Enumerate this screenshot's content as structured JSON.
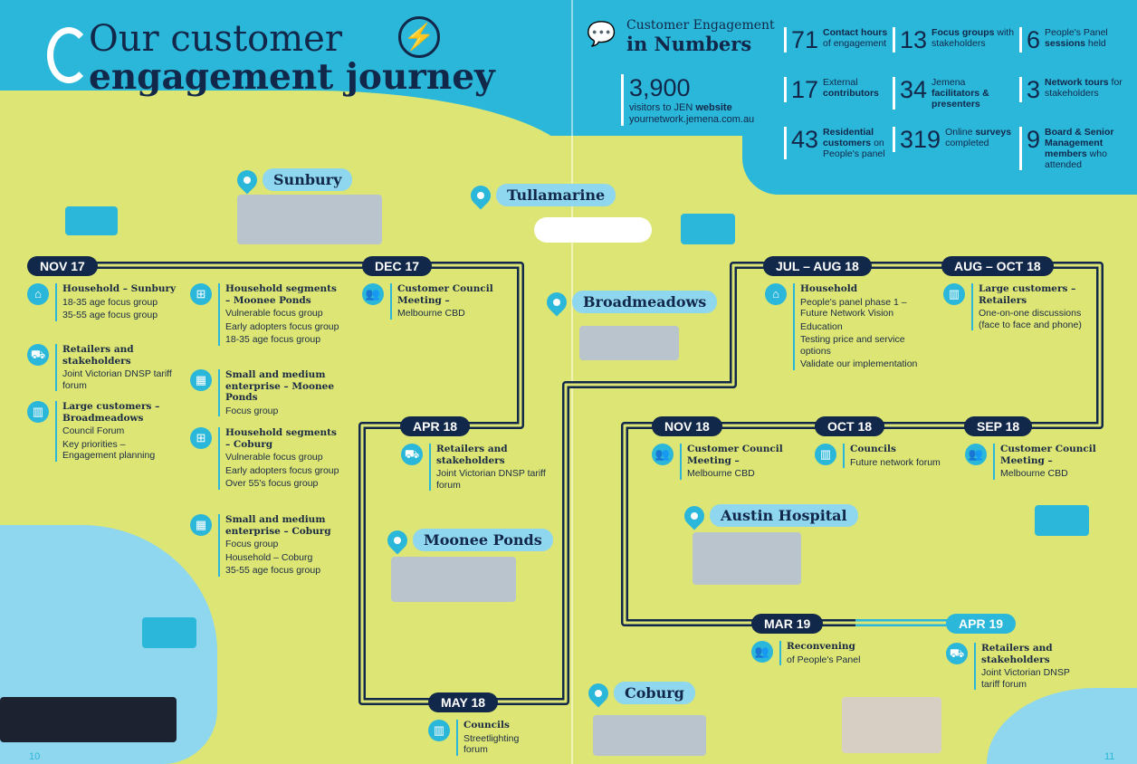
{
  "header": {
    "title_line1": "Our customer",
    "title_line2": "engagement journey"
  },
  "stats": {
    "heading_line1": "Customer Engagement",
    "heading_line2": "in Numbers",
    "website": {
      "value": "3,900",
      "text_pre": "visitors to JEN ",
      "text_bold": "website",
      "url": "yournetwork.jemena.com.au"
    },
    "items": [
      {
        "value": "71",
        "bold": "Contact hours",
        "text": "of engagement"
      },
      {
        "value": "13",
        "bold": "Focus groups",
        "text": "with stakeholders"
      },
      {
        "value": "6",
        "bold": "sessions",
        "text_pre": "People's Panel",
        "text": "held"
      },
      {
        "value": "17",
        "text_pre": "External",
        "bold": "contributors",
        "text": ""
      },
      {
        "value": "34",
        "text_pre": "Jemena",
        "bold": "facilitators & presenters",
        "text": ""
      },
      {
        "value": "3",
        "bold": "Network tours",
        "text": "for stakeholders"
      },
      {
        "value": "43",
        "bold": "Residential customers",
        "text": "on People's panel"
      },
      {
        "value": "319",
        "text_pre": "Online",
        "bold": "surveys",
        "text": "completed"
      },
      {
        "value": "9",
        "bold": "Board & Senior Management members",
        "text": "who attended"
      }
    ]
  },
  "places": [
    "Sunbury",
    "Tullamarine",
    "Broadmeadows",
    "Moonee Ponds",
    "Austin Hospital",
    "Coburg"
  ],
  "dates": [
    "NOV 17",
    "DEC 17",
    "APR 18",
    "MAY 18",
    "JUL – AUG 18",
    "AUG – OCT 18",
    "SEP 18",
    "OCT 18",
    "NOV 18",
    "MAR 19",
    "APR 19"
  ],
  "events": [
    {
      "title": "Household – Sunbury",
      "lines": [
        "18-35 age focus group",
        "35-55 age focus group"
      ]
    },
    {
      "title": "Retailers and stakeholders",
      "lines": [
        "Joint Victorian DNSP tariff forum"
      ]
    },
    {
      "title": "Large customers – Broadmeadows",
      "lines": [
        "Council Forum",
        "Key priorities – Engagement planning"
      ]
    },
    {
      "title": "Household segments – Moonee Ponds",
      "lines": [
        "Vulnerable focus group",
        "Early adopters focus group",
        "18-35 age focus group"
      ]
    },
    {
      "title": "Small and medium enterprise – Moonee Ponds",
      "lines": [
        "Focus group"
      ]
    },
    {
      "title": "Household segments – Coburg",
      "lines": [
        "Vulnerable focus group",
        "Early adopters focus group",
        "Over 55's focus group"
      ]
    },
    {
      "title": "Small and medium enterprise – Coburg",
      "lines": [
        "Focus group",
        "Household – Coburg",
        "35-55 age focus group"
      ]
    },
    {
      "title": "Customer Council Meeting –",
      "lines": [
        "Melbourne CBD"
      ]
    },
    {
      "title": "Retailers and stakeholders",
      "lines": [
        "Joint Victorian DNSP tariff forum"
      ]
    },
    {
      "title": "Councils",
      "lines": [
        "Streetlighting forum"
      ]
    },
    {
      "title": "Household",
      "lines": [
        "People's panel phase 1 – Future Network Vision",
        "Education",
        "Testing price and service options",
        "Validate our implementation"
      ]
    },
    {
      "title": "Large customers – Retailers",
      "lines": [
        "One-on-one discussions (face to face and phone)"
      ]
    },
    {
      "title": "Customer Council Meeting –",
      "lines": [
        "Melbourne CBD"
      ]
    },
    {
      "title": "Councils",
      "lines": [
        "Future network forum"
      ]
    },
    {
      "title": "Customer Council Meeting –",
      "lines": [
        "Melbourne CBD"
      ]
    },
    {
      "title": "Reconvening",
      "lines": [
        "of People's Panel"
      ]
    },
    {
      "title": "Retailers and stakeholders",
      "lines": [
        "Joint Victorian DNSP tariff forum"
      ]
    }
  ],
  "pages": {
    "left": "10",
    "right": "11"
  },
  "colors": {
    "blue": "#2bb7d9",
    "navy": "#12284a",
    "green": "#dde675",
    "water": "#8fd6ef"
  }
}
